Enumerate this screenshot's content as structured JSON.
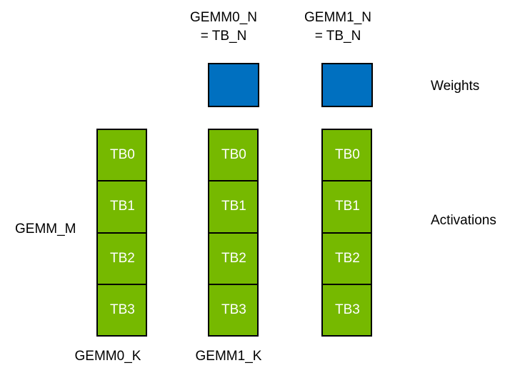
{
  "colors": {
    "green": "#76B900",
    "blue": "#0070C0",
    "border": "#000000"
  },
  "top_labels": [
    {
      "line1": "GEMM0_N",
      "line2": "= TB_N"
    },
    {
      "line1": "GEMM1_N",
      "line2": "= TB_N"
    }
  ],
  "side_labels": {
    "weights": "Weights",
    "activations": "Activations",
    "gemm_m": "GEMM_M"
  },
  "bottom_labels": [
    "GEMM0_K",
    "GEMM1_K"
  ],
  "columns": [
    {
      "cells": [
        "TB0",
        "TB1",
        "TB2",
        "TB3"
      ]
    },
    {
      "cells": [
        "TB0",
        "TB1",
        "TB2",
        "TB3"
      ]
    },
    {
      "cells": [
        "TB0",
        "TB1",
        "TB2",
        "TB3"
      ]
    }
  ]
}
